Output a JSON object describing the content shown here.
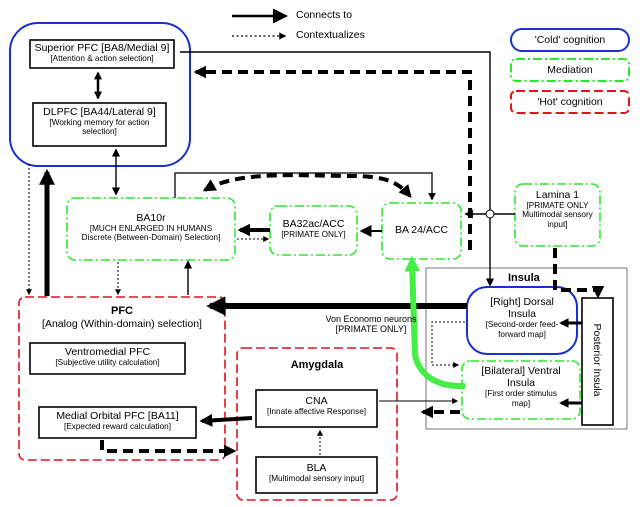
{
  "legend": {
    "connects": "Connects to",
    "contextualizes": "Contextualizes",
    "cold": "'Cold' cognition",
    "mediation": "Mediation",
    "hot": "'Hot' cognition"
  },
  "nodes": {
    "superior_pfc": {
      "title": "Superior PFC [BA8/Medial 9]",
      "sub": "[Attention & action selection]"
    },
    "dlpfc": {
      "title": "DLPFC [BA44/Lateral 9]",
      "sub": "[Working memory for action selection]"
    },
    "ba10r": {
      "title": "BA10r",
      "sub": "[MUCH ENLARGED IN HUMANS Discrete (Between-Domain) Selection]"
    },
    "ba32": {
      "title": "BA32ac/ACC",
      "sub": "[PRIMATE ONLY]"
    },
    "ba24": {
      "title": "BA 24/ACC"
    },
    "lamina": {
      "title": "Lamina 1",
      "sub": "[PRIMATE ONLY Multimodal sensory input]"
    },
    "pfc_group": {
      "title": "PFC",
      "sub": "[Analog (Within-domain) selection]"
    },
    "vmpfc": {
      "title": "Ventromedial PFC",
      "sub": "[Subjective utility calculation]"
    },
    "mofc": {
      "title": "Medial Orbital PFC [BA11]",
      "sub": "[Expected reward calculation]"
    },
    "amygdala": {
      "title": "Amygdala"
    },
    "cna": {
      "title": "CNA",
      "sub": "[Innate affective Response]"
    },
    "bla": {
      "title": "BLA",
      "sub": "[Multimodal sensory input]"
    },
    "insula_group": {
      "title": "Insula"
    },
    "dorsal_insula": {
      "title": "[Right] Dorsal Insula",
      "sub": "[Second-order feed-forward map]"
    },
    "ventral_insula": {
      "title": "[Bilateral] Ventral Insula",
      "sub": "[First order stimulus map]"
    },
    "posterior_insula": {
      "title": "Posterior Insula"
    }
  },
  "von_economo": {
    "line1": "Von Economo neurons",
    "line2": "[PRIMATE ONLY]"
  },
  "colors": {
    "cold": "#1a2fd0",
    "mediation": "#2ee62e",
    "hot": "#e0141b",
    "green_arrow": "#44ee44",
    "black": "#000000"
  }
}
